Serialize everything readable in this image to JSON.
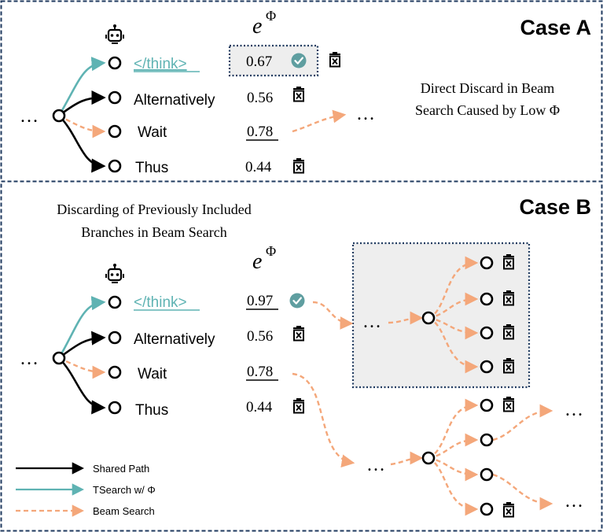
{
  "colors": {
    "teal": "#5fb3b3",
    "orange": "#f4a77a",
    "black": "#000000",
    "dash_border": "#1f3a5f",
    "check": "#5f9ea0",
    "box_fill": "#eeeeee"
  },
  "case_a": {
    "title": "Case A",
    "exp_base": "e",
    "exp_sup": "Φ",
    "ellipsis_left": "…",
    "ellipsis_right": "…",
    "note_line1": "Direct Discard in Beam",
    "note_line2": "Search Caused by Low Φ",
    "tokens": [
      {
        "label": "</think>",
        "value": "0.67",
        "mark": "check"
      },
      {
        "label": "Alternatively",
        "value": "0.56",
        "mark": "trash"
      },
      {
        "label": "Wait",
        "value": "0.78",
        "mark": "none"
      },
      {
        "label": "Thus",
        "value": "0.44",
        "mark": "trash"
      }
    ]
  },
  "case_b": {
    "title": "Case B",
    "exp_base": "e",
    "exp_sup": "Φ",
    "ellipsis_left": "…",
    "ellipsis_mid_top": "…",
    "ellipsis_mid_bottom": "…",
    "ellipsis_right_top": "…",
    "ellipsis_right_bottom": "…",
    "note_line1": "Discarding of Previously Included",
    "note_line2": "Branches in Beam Search",
    "tokens": [
      {
        "label": "</think>",
        "value": "0.97",
        "mark": "check"
      },
      {
        "label": "Alternatively",
        "value": "0.56",
        "mark": "trash"
      },
      {
        "label": "Wait",
        "value": "0.78",
        "mark": "none"
      },
      {
        "label": "Thus",
        "value": "0.44",
        "mark": "trash"
      }
    ]
  },
  "legend": {
    "items": [
      {
        "label": "Shared Path",
        "style": "black"
      },
      {
        "label": "TSearch w/ Φ",
        "style": "teal"
      },
      {
        "label": "Beam Search",
        "style": "orange"
      }
    ]
  }
}
